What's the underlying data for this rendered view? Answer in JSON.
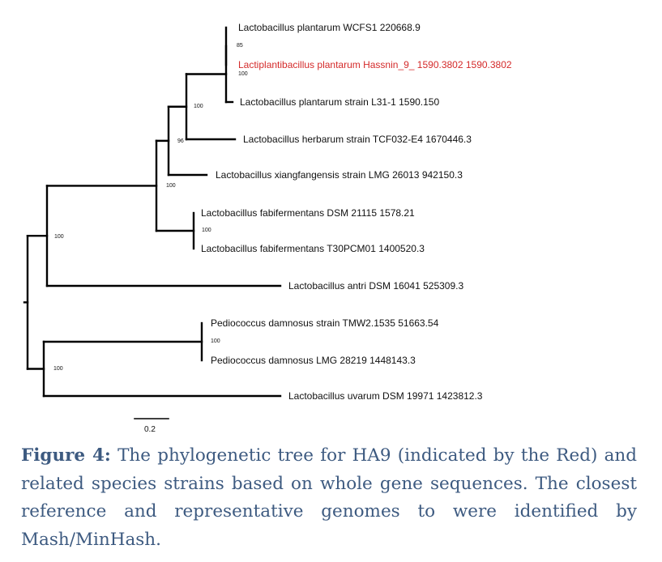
{
  "tree": {
    "leaves": [
      {
        "id": "L1",
        "label": "Lactobacillus plantarum WCFS1 220668.9",
        "highlight": false
      },
      {
        "id": "L2",
        "label": "Lactiplantibacillus plantarum Hassnin_9_ 1590.3802 1590.3802",
        "highlight": true
      },
      {
        "id": "L3",
        "label": "Lactobacillus plantarum strain L31-1 1590.150",
        "highlight": false
      },
      {
        "id": "L4",
        "label": "Lactobacillus herbarum strain TCF032-E4 1670446.3",
        "highlight": false
      },
      {
        "id": "L5",
        "label": "Lactobacillus xiangfangensis strain LMG 26013 942150.3",
        "highlight": false
      },
      {
        "id": "L6",
        "label": "Lactobacillus fabifermentans DSM 21115 1578.21",
        "highlight": false
      },
      {
        "id": "L7",
        "label": "Lactobacillus fabifermentans T30PCM01 1400520.3",
        "highlight": false
      },
      {
        "id": "L8",
        "label": "Lactobacillus antri DSM 16041 525309.3",
        "highlight": false
      },
      {
        "id": "L9",
        "label": "Pediococcus damnosus strain TMW2.1535 51663.54",
        "highlight": false
      },
      {
        "id": "L10",
        "label": "Pediococcus damnosus LMG 28219 1448143.3",
        "highlight": false
      },
      {
        "id": "L11",
        "label": "Lactobacillus uvarum DSM 19971 1423812.3",
        "highlight": false
      }
    ],
    "bootstrap": [
      {
        "node": "n1",
        "value": "85"
      },
      {
        "node": "n2",
        "value": "100"
      },
      {
        "node": "n3",
        "value": "100"
      },
      {
        "node": "n4",
        "value": "96"
      },
      {
        "node": "n5",
        "value": "100"
      },
      {
        "node": "n6",
        "value": "100"
      },
      {
        "node": "n7",
        "value": "100"
      },
      {
        "node": "n8",
        "value": "100"
      },
      {
        "node": "n9",
        "value": "100"
      }
    ],
    "scale_bar": {
      "label": "0.2"
    }
  },
  "caption": {
    "prefix": "Figure 4:",
    "text": " The phylogenetic tree for HA9 (indicated by the Red) and related species strains based on whole gene sequences. The closest reference and representative genomes to were identified by Mash/MinHash."
  }
}
